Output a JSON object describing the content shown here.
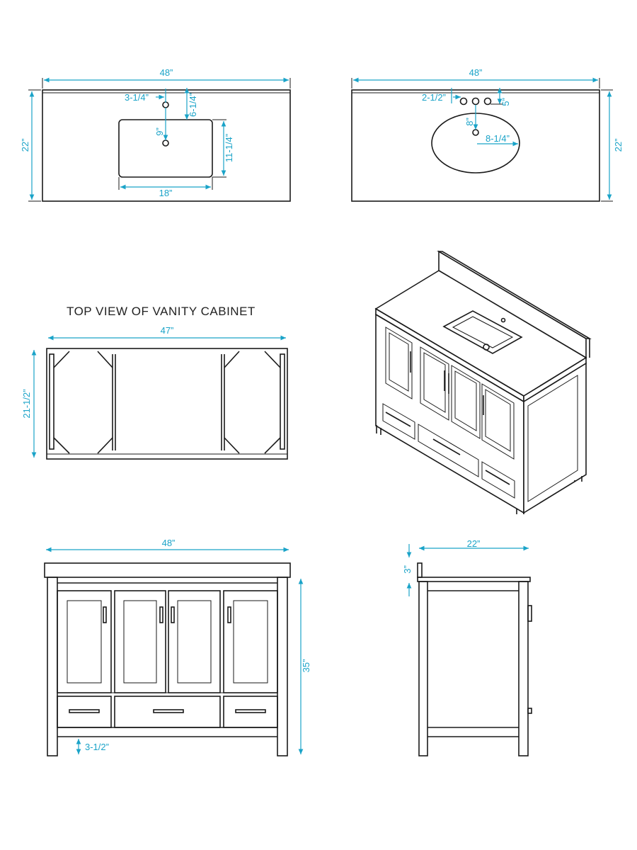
{
  "colors": {
    "dimension": "#1aa3c8",
    "line": "#1a1a1a"
  },
  "top_section_title": "TOP VIEW OF VANITY CABINET",
  "countertop_rect": {
    "width": "48”",
    "depth": "22”",
    "faucet_offset": "3-1/4”",
    "sink_setback": "6-1/4”",
    "drain_to_faucet": "9”",
    "sink_depth": "11-1/4”",
    "sink_width": "18”"
  },
  "countertop_oval": {
    "width": "48”",
    "depth": "22”",
    "faucet_spacing": "2-1/2”",
    "faucet_setback": "5”",
    "drain_to_faucet": "8”",
    "bowl_half_width": "8-1/4”"
  },
  "cabinet_top_view": {
    "width": "47”",
    "depth": "21-1/2”"
  },
  "front_view": {
    "width": "48”",
    "height": "35”",
    "toe_kick": "3-1/2”"
  },
  "side_view": {
    "depth": "22”",
    "backsplash": "3”"
  }
}
